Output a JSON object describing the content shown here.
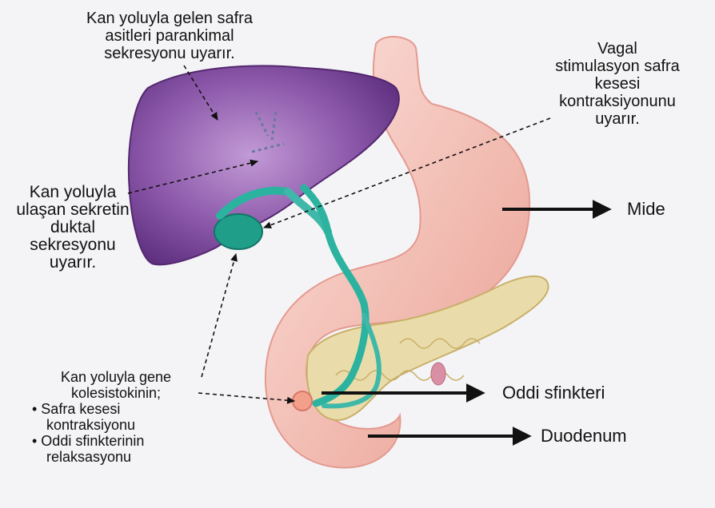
{
  "labels": {
    "top": [
      "Kan yoluyla gelen safra",
      "asitleri parankimal",
      "sekresyonu uyarır."
    ],
    "left": [
      "Kan yoluyla",
      "ulaşan sekretin",
      "duktal",
      "sekresyonu",
      "uyarır."
    ],
    "vagal": [
      "Vagal",
      "stimulasyon safra",
      "kesesi",
      "kontraksiyonunu",
      "uyarır."
    ],
    "cck": {
      "head": [
        "Kan yoluyla gene",
        "kolesistokinin;"
      ],
      "bullet1": [
        "• Safra kesesi",
        "kontraksiyonu"
      ],
      "bullet2": [
        "• Oddi sfinkterinin",
        "relaksasyonu"
      ]
    },
    "mide": "Mide",
    "oddi": "Oddi sfinkteri",
    "duodenum": "Duodenum"
  },
  "colors": {
    "liver": "#8a56a8",
    "gallbladder": "#1f9e8a",
    "stomach": "#f1c1b8",
    "pancreas": "#e8dcaa",
    "arrow": "#111111"
  }
}
